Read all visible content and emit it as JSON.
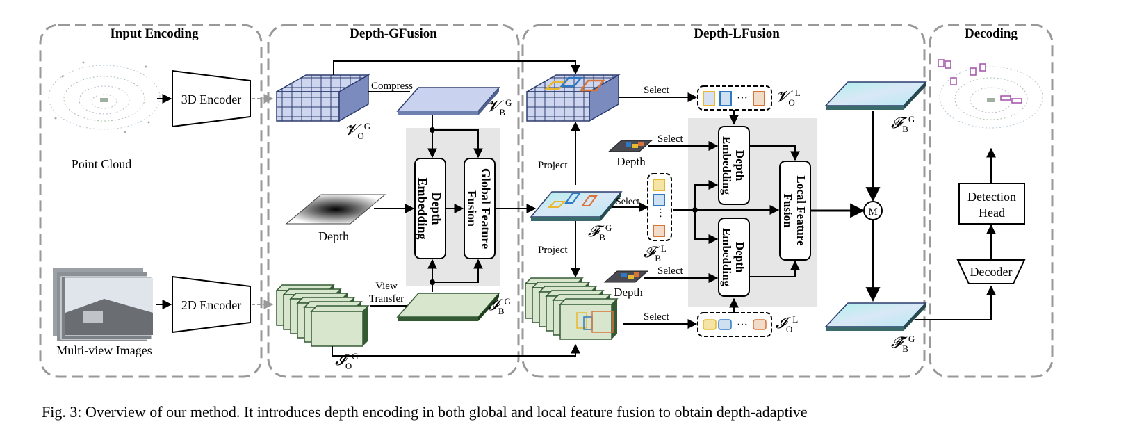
{
  "sections": {
    "input": "Input Encoding",
    "gfusion": "Depth-GFusion",
    "lfusion": "Depth-LFusion",
    "decoding": "Decoding"
  },
  "input": {
    "encoder_3d": "3D Encoder",
    "encoder_2d": "2D Encoder",
    "point_cloud": "Point Cloud",
    "images": "Multi-view Images"
  },
  "gfusion": {
    "compress": "Compress",
    "depth": "Depth",
    "depth_embedding_1": "Depth",
    "depth_embedding_2": "Embedding",
    "global_fusion_1": "Global Feature",
    "global_fusion_2": "Fusion",
    "view_transfer_1": "View",
    "view_transfer_2": "Transfer"
  },
  "symbols": {
    "V": "𝓥",
    "F": "𝓕",
    "I": "𝓘",
    "sup_G": "G",
    "sup_L": "L",
    "sub_O": "O",
    "sub_B": "B",
    "hat_F": "𝓕̂"
  },
  "lfusion": {
    "select": "Select",
    "project": "Project",
    "depth": "Depth",
    "depth_embedding_1": "Depth",
    "depth_embedding_2": "Embedding",
    "local_fusion_1": "Local Feature",
    "local_fusion_2": "Fusion",
    "ellipsis": "···",
    "merge": "M"
  },
  "decoding": {
    "head_1": "Detection",
    "head_2": "Head",
    "decoder": "Decoder"
  },
  "caption": "Fig. 3: Overview of our method. It introduces depth encoding in both global and local feature fusion to obtain depth-adaptive",
  "colors": {
    "dash": "#999999",
    "gray_panel": "#e6e6e6",
    "voxel_blue": "#cdd6ee",
    "voxel_side": "#6f7fae",
    "bev_blue": "#c9d2ee",
    "img_green": "#d7e6cc",
    "img_green_dark": "#345a34",
    "cyan_map": "#c4f1ee",
    "yellow": "#e8b830",
    "blue": "#2f78c4",
    "orange": "#d8743a"
  }
}
